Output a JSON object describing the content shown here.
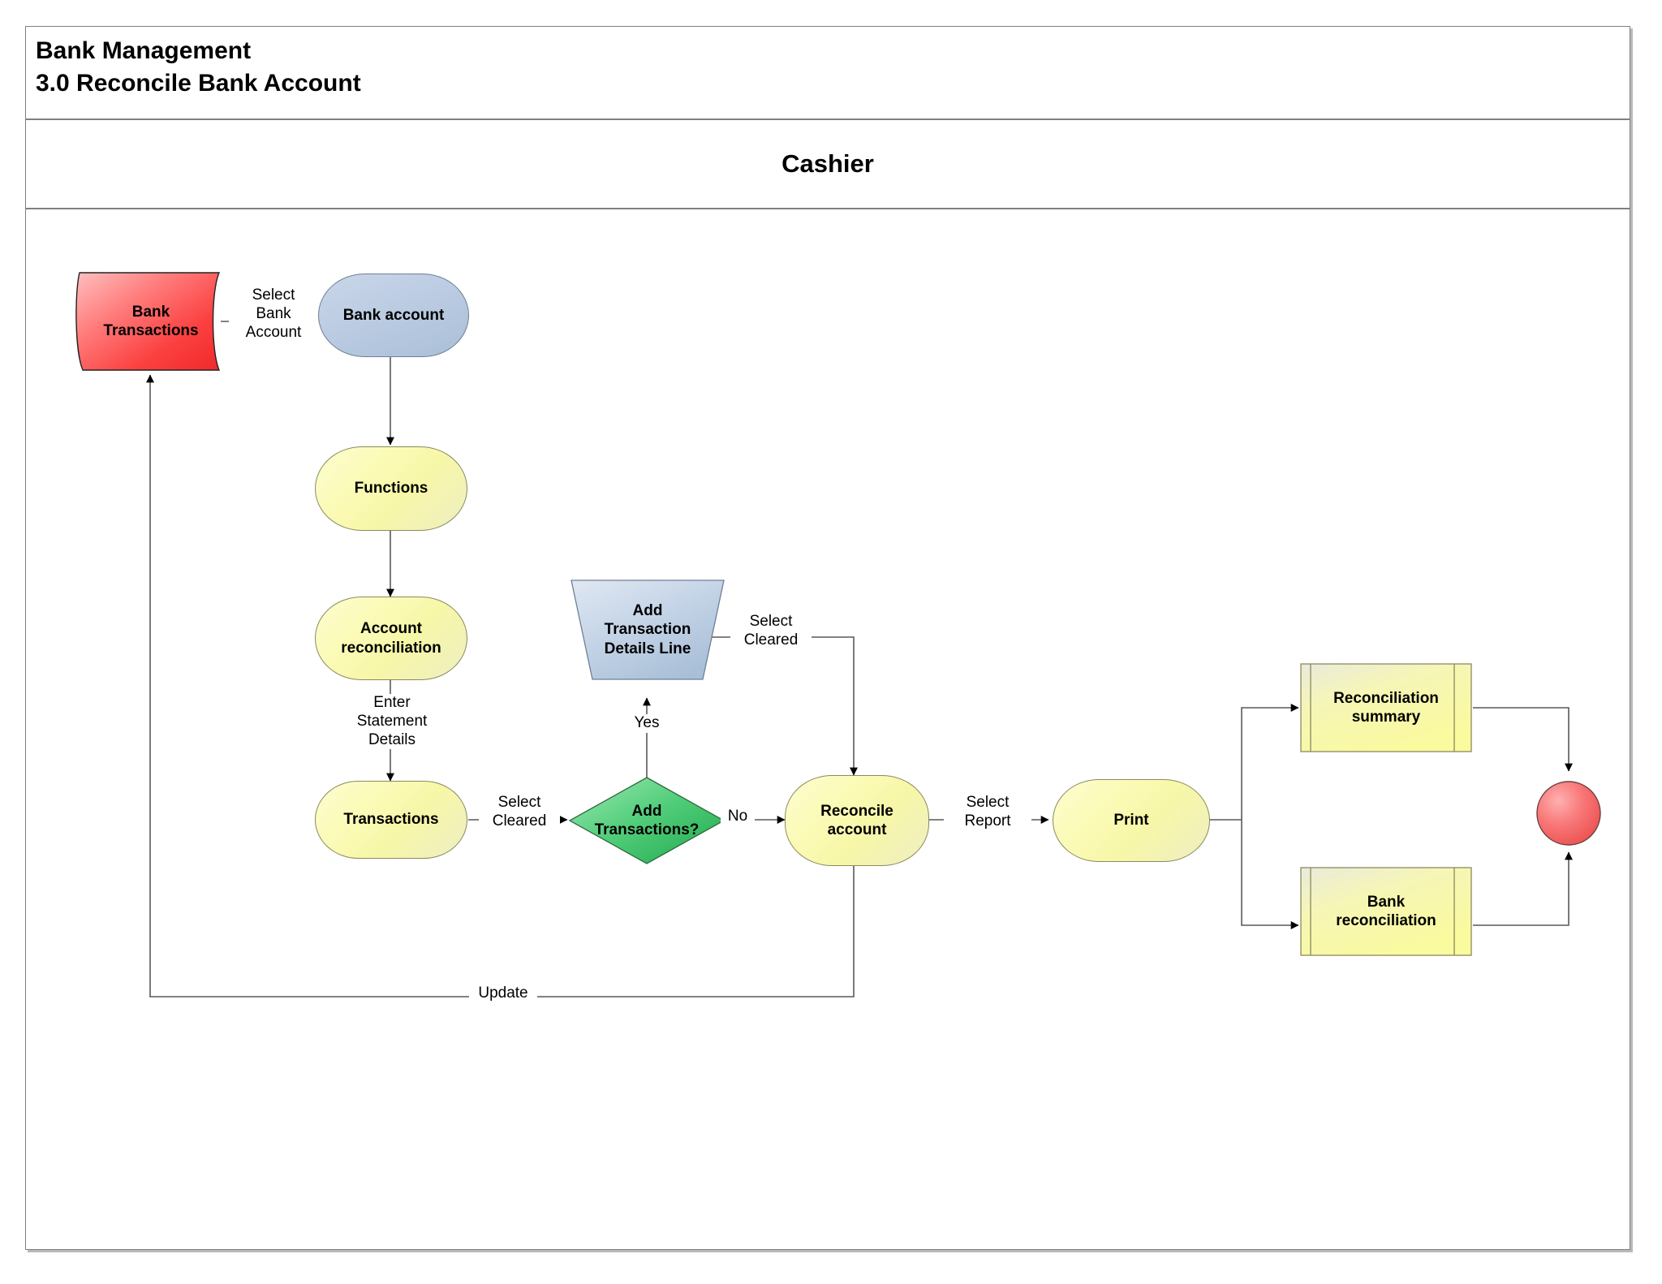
{
  "header": {
    "title_line1": "Bank Management",
    "title_line2": "3.0 Reconcile Bank Account"
  },
  "lane": {
    "label": "Cashier"
  },
  "colors": {
    "process_fill": "#fbfbb8",
    "process_stroke": "#8a8a5e",
    "blue_fill": "#bdcde3",
    "blue_stroke": "#6f7f96",
    "decision_fill": "#3fc46a",
    "decision_stroke": "#2a7a45",
    "data_fill": "#fb4a4a",
    "data_stroke": "#333333",
    "end_fill": "#f06060",
    "end_stroke": "#555555",
    "frame_stroke": "#808080",
    "connector_stroke": "#595959"
  },
  "chart_data": {
    "type": "diagram",
    "title": "Bank Management 3.0 Reconcile Bank Account",
    "lane": "Cashier",
    "nodes": [
      {
        "id": "bank-transactions",
        "label": "Bank Transactions",
        "shape": "data-tape",
        "color": "red"
      },
      {
        "id": "bank-account",
        "label": "Bank account",
        "shape": "rounded",
        "color": "blue"
      },
      {
        "id": "functions",
        "label": "Functions",
        "shape": "rounded",
        "color": "yellow"
      },
      {
        "id": "account-reconciliation",
        "label": "Account reconciliation",
        "shape": "rounded",
        "color": "yellow"
      },
      {
        "id": "transactions",
        "label": "Transactions",
        "shape": "rounded",
        "color": "yellow"
      },
      {
        "id": "add-transactions",
        "label": "Add Transactions?",
        "shape": "diamond",
        "color": "green"
      },
      {
        "id": "add-transaction-details-line",
        "label": "Add Transaction Details Line",
        "shape": "trapezoid",
        "color": "blue"
      },
      {
        "id": "reconcile-account",
        "label": "Reconcile account",
        "shape": "rounded",
        "color": "yellow"
      },
      {
        "id": "print",
        "label": "Print",
        "shape": "rounded",
        "color": "yellow"
      },
      {
        "id": "reconciliation-summary",
        "label": "Reconciliation summary",
        "shape": "predefined-process",
        "color": "yellow"
      },
      {
        "id": "bank-reconciliation",
        "label": "Bank reconciliation",
        "shape": "predefined-process",
        "color": "yellow"
      },
      {
        "id": "end",
        "label": "",
        "shape": "circle",
        "color": "red"
      }
    ],
    "edges": [
      {
        "from": "bank-transactions",
        "to": "bank-account",
        "label": "Select Bank Account"
      },
      {
        "from": "bank-account",
        "to": "functions",
        "label": ""
      },
      {
        "from": "functions",
        "to": "account-reconciliation",
        "label": ""
      },
      {
        "from": "account-reconciliation",
        "to": "transactions",
        "label": "Enter Statement Details"
      },
      {
        "from": "transactions",
        "to": "add-transactions",
        "label": "Select Cleared"
      },
      {
        "from": "add-transactions",
        "to": "add-transaction-details-line",
        "label": "Yes"
      },
      {
        "from": "add-transactions",
        "to": "reconcile-account",
        "label": "No"
      },
      {
        "from": "add-transaction-details-line",
        "to": "reconcile-account",
        "label": "Select Cleared"
      },
      {
        "from": "reconcile-account",
        "to": "print",
        "label": "Select Report"
      },
      {
        "from": "reconcile-account",
        "to": "bank-transactions",
        "label": "Update"
      },
      {
        "from": "print",
        "to": "reconciliation-summary",
        "label": ""
      },
      {
        "from": "print",
        "to": "bank-reconciliation",
        "label": ""
      },
      {
        "from": "reconciliation-summary",
        "to": "end",
        "label": ""
      },
      {
        "from": "bank-reconciliation",
        "to": "end",
        "label": ""
      }
    ]
  },
  "nodes": {
    "bank_transactions": {
      "line1": "Bank",
      "line2": "Transactions"
    },
    "bank_account": {
      "label": "Bank account"
    },
    "functions": {
      "label": "Functions"
    },
    "account_reconciliation": {
      "line1": "Account",
      "line2": "reconciliation"
    },
    "transactions": {
      "label": "Transactions"
    },
    "add_transactions": {
      "line1": "Add",
      "line2": "Transactions?"
    },
    "add_transaction_details_line": {
      "line1": "Add",
      "line2": "Transaction",
      "line3": "Details Line"
    },
    "reconcile_account": {
      "line1": "Reconcile",
      "line2": "account"
    },
    "print": {
      "label": "Print"
    },
    "reconciliation_summary": {
      "line1": "Reconciliation",
      "line2": "summary"
    },
    "bank_reconciliation": {
      "line1": "Bank",
      "line2": "reconciliation"
    }
  },
  "edges": {
    "select_bank_account": "Select\nBank\nAccount",
    "enter_statement_details": "Enter\nStatement\nDetails",
    "select_cleared_1": "Select\nCleared",
    "select_cleared_2": "Select\nCleared",
    "yes": "Yes",
    "no": "No",
    "select_report": "Select\nReport",
    "update": "Update"
  }
}
